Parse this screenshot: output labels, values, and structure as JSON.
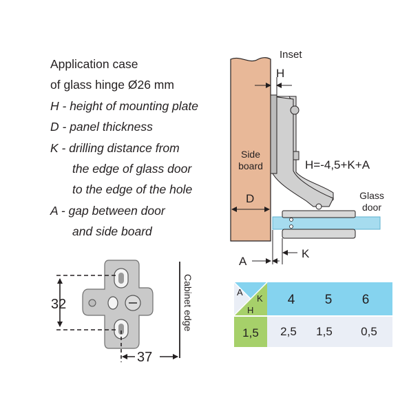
{
  "legend": {
    "lines": [
      "Application case",
      "of glass hinge Ø26 mm",
      "H - height of mounting plate",
      "D - panel thickness",
      "K - drilling distance from",
      "the edge of glass door",
      "to the edge of the hole",
      "A - gap between door",
      "and side board"
    ]
  },
  "section": {
    "inset_label": "Inset",
    "h_label": "H",
    "side_board_line1": "Side",
    "side_board_line2": "board",
    "formula": "H=-4,5+K+A",
    "glass_door_line1": "Glass",
    "glass_door_line2": "door",
    "d_label": "D",
    "a_label": "A",
    "k_label": "K"
  },
  "plate": {
    "height_value": "32",
    "width_value": "37",
    "cabinet_edge_label": "Cabinet edge"
  },
  "table": {
    "corner_a": "A",
    "corner_k": "K",
    "corner_h": "H",
    "k_values": [
      "4",
      "5",
      "6"
    ],
    "a_value": "1,5",
    "h_values": [
      "2,5",
      "1,5",
      "0,5"
    ]
  },
  "colors": {
    "board": "#e8b898",
    "glass": "#a6dcef",
    "k_header": "#85d3ef",
    "a_cell": "#a6d06a",
    "row_bg": "#eaeef6",
    "metal": "#d9d9d9"
  }
}
